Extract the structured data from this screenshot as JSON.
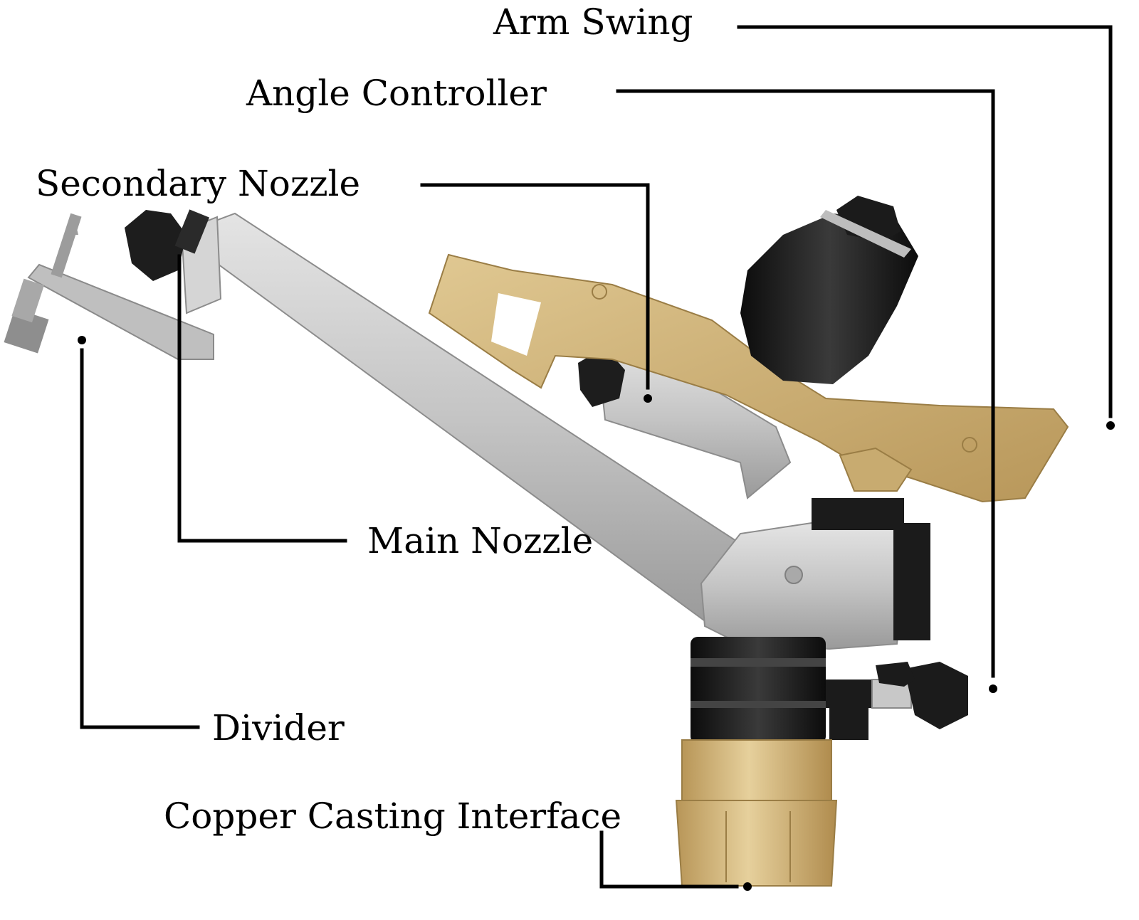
{
  "diagram": {
    "labels": {
      "arm_swing": "Arm Swing",
      "angle_controller": "Angle Controller",
      "secondary_nozzle": "Secondary Nozzle",
      "main_nozzle": "Main Nozzle",
      "divider": "Divider",
      "copper_casting_interface": "Copper Casting Interface"
    },
    "colors": {
      "aluminium_body": "#c9c9c9",
      "brass_arm": "#cdb27a",
      "black_parts": "#1c1c1c",
      "leader_lines": "#000000"
    }
  }
}
